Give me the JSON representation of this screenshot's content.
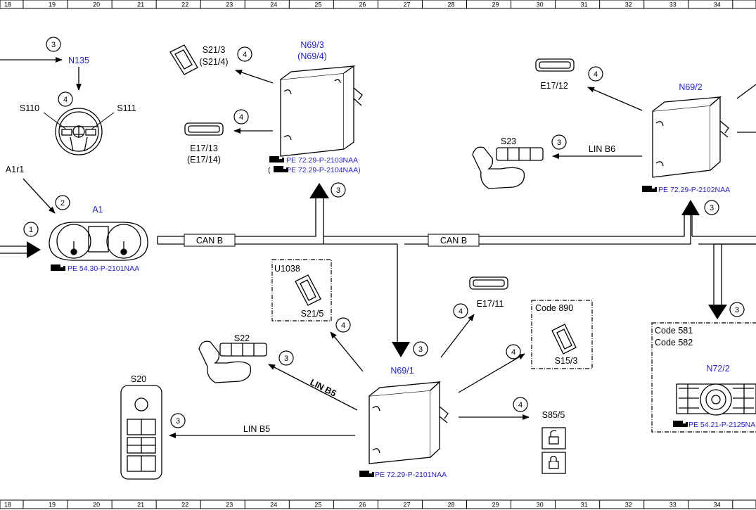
{
  "ruler": {
    "numbers": [
      "18",
      "19",
      "20",
      "21",
      "22",
      "23",
      "24",
      "25",
      "26",
      "27",
      "28",
      "29",
      "30",
      "31",
      "32",
      "33",
      "34"
    ]
  },
  "bus": {
    "can_label_1": "CAN B",
    "can_label_2": "CAN B",
    "lin_b6": "LIN B6",
    "lin_b5_diag": "LIN B5",
    "lin_b5": "LIN B5"
  },
  "components": {
    "n135": "N135",
    "s110": "S110",
    "s111": "S111",
    "a1r1": "A1r1",
    "a1": "A1",
    "a1_ref": "PE 54.30-P-2101NAA",
    "s21_3": "S21/3",
    "s21_4": "(S21/4)",
    "e17_13": "E17/13",
    "e17_14": "(E17/14)",
    "n69_3": "N69/3",
    "n69_4": "(N69/4)",
    "n69_3_ref1": "PE 72.29-P-2103NAA",
    "n69_3_ref2": "PE 72.29-P-2104NAA)",
    "n69_3_ref2_paren": "(",
    "e17_12": "E17/12",
    "s23": "S23",
    "n69_2": "N69/2",
    "n69_2_ref": "PE 72.29-P-2102NAA",
    "u1038": "U1038",
    "s21_5": "S21/5",
    "s22": "S22",
    "e17_11": "E17/11",
    "code_890": "Code 890",
    "s15_3": "S15/3",
    "n69_1": "N69/1",
    "n69_1_ref": "PE 72.29-P-2101NAA",
    "s85_5": "S85/5",
    "s20": "S20",
    "code_581": "Code 581",
    "code_582": "Code 582",
    "n72_2": "N72/2",
    "n72_2_ref": "PE 54.21-P-2125NA"
  },
  "step_numbers": {
    "c1": "1",
    "c2": "2",
    "c3_n135": "3",
    "c4_wheel": "4",
    "c4_s21": "4",
    "c4_e17_13": "4",
    "c3_n69_3": "3",
    "c4_e17_12": "4",
    "c3_s23": "3",
    "c3_n69_2": "3",
    "c3_n72": "3",
    "c4_s21_5": "4",
    "c3_s22": "3",
    "c3_n69_1": "3",
    "c4_e17_11": "4",
    "c4_s15": "4",
    "c4_s85": "4",
    "c3_s20": "3"
  }
}
